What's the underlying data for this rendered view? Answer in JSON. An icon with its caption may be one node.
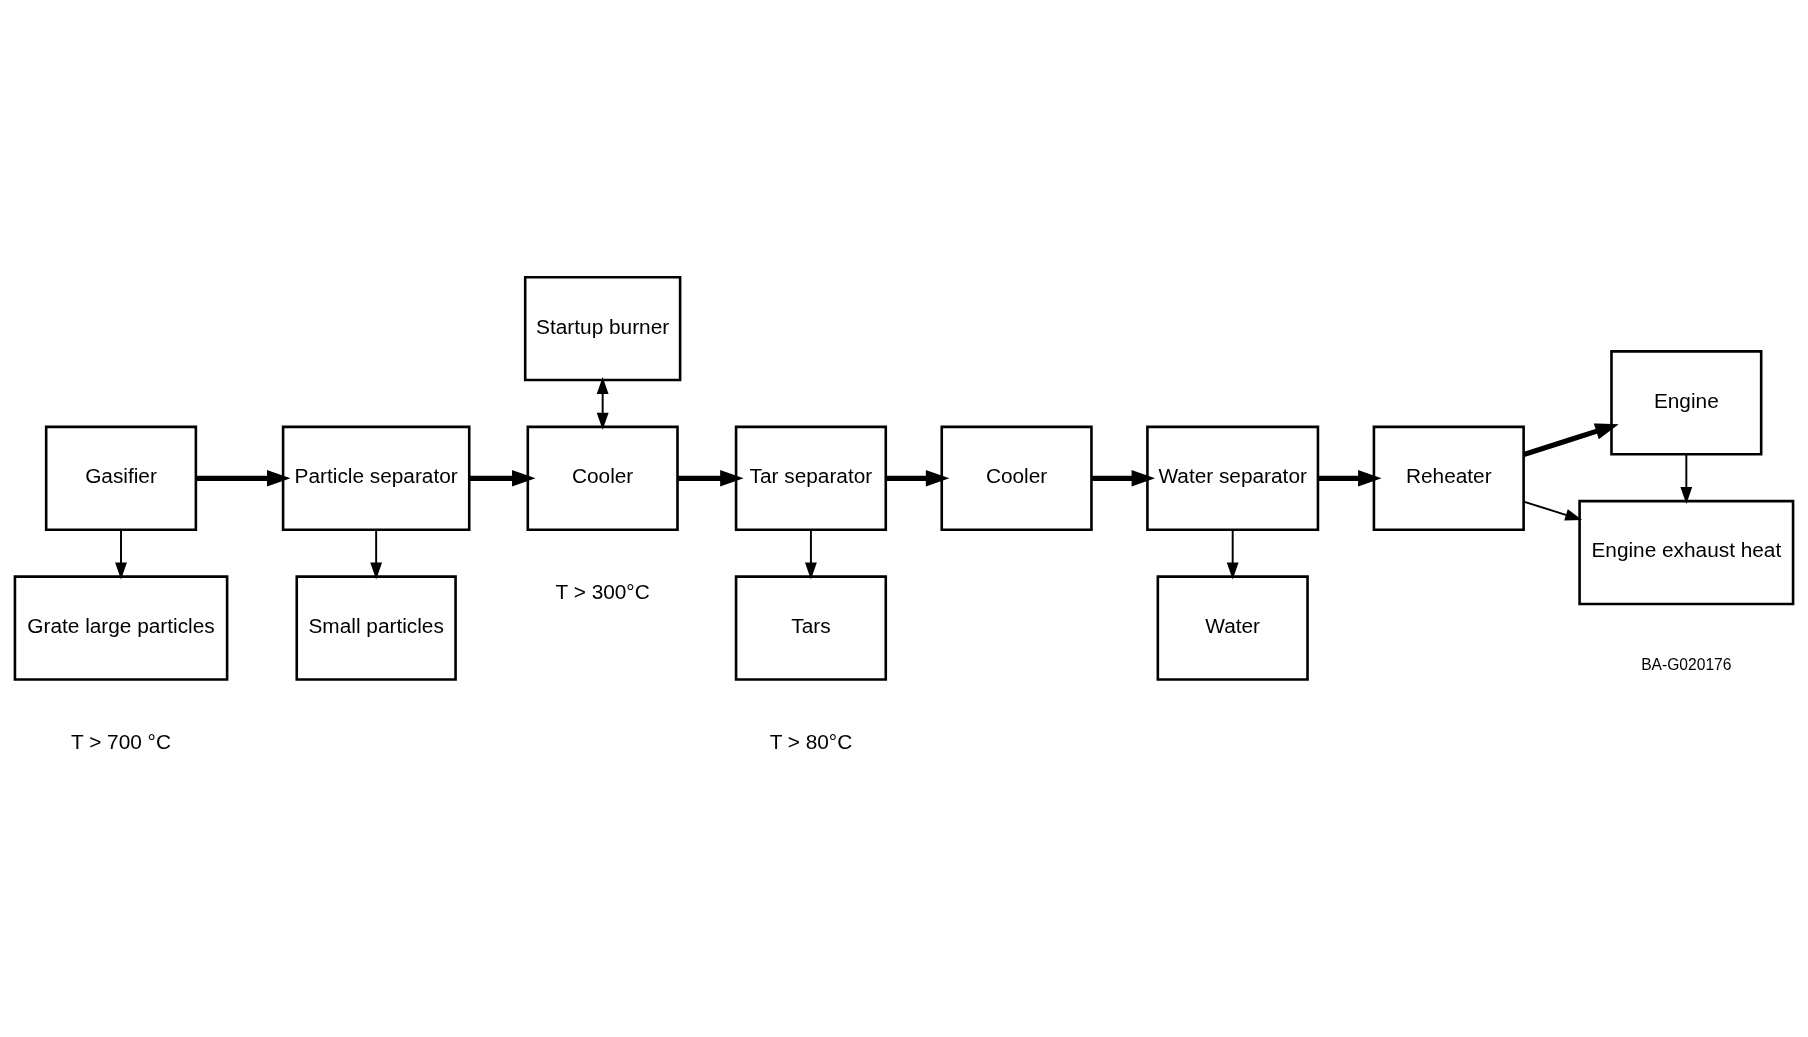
{
  "diagram": {
    "nodes": [
      {
        "text": [
          "Gasifier"
        ]
      },
      {
        "text": [
          "Grate large particles"
        ]
      },
      {
        "text": [
          "Particle separator"
        ]
      },
      {
        "text": [
          "Small particles"
        ]
      },
      {
        "text": [
          "Startup burner"
        ]
      },
      {
        "text": [
          "Cooler"
        ]
      },
      {
        "text": [
          "Tar separator"
        ]
      },
      {
        "text": [
          "Tars"
        ]
      },
      {
        "text": [
          "Cooler"
        ]
      },
      {
        "text": [
          "Water separator"
        ]
      },
      {
        "text": [
          "Water"
        ]
      },
      {
        "text": [
          "Reheater"
        ]
      },
      {
        "text": [
          "Engine"
        ]
      },
      {
        "text": [
          "Engine exhaust heat"
        ]
      }
    ],
    "edges": [
      {
        "from": 0,
        "to": 1,
        "arrow": "to"
      },
      {
        "from": 0,
        "to": 2,
        "arrow": "to",
        "style": "thick"
      },
      {
        "from": 2,
        "to": 3,
        "arrow": "to"
      },
      {
        "from": 2,
        "to": 5,
        "arrow": "to",
        "style": "thick"
      },
      {
        "from": 4,
        "to": 5,
        "arrow": "both"
      },
      {
        "from": 5,
        "to": 6,
        "arrow": "to",
        "style": "thick"
      },
      {
        "from": 6,
        "to": 7,
        "arrow": "to"
      },
      {
        "from": 6,
        "to": 8,
        "arrow": "to",
        "style": "thick"
      },
      {
        "from": 8,
        "to": 9,
        "arrow": "to",
        "style": "thick"
      },
      {
        "from": 9,
        "to": 10,
        "arrow": "to"
      },
      {
        "from": 9,
        "to": 11,
        "arrow": "to",
        "style": "thick"
      },
      {
        "from": 11,
        "to": 12,
        "arrow": "to",
        "style": "thick"
      },
      {
        "from": 11,
        "to": 13,
        "arrow": "to"
      },
      {
        "from": 12,
        "to": 13,
        "arrow": "to"
      }
    ],
    "labels": [
      "T > 700 °C",
      "T > 300°C",
      "T > 80°C",
      "BA-G020176"
    ]
  }
}
